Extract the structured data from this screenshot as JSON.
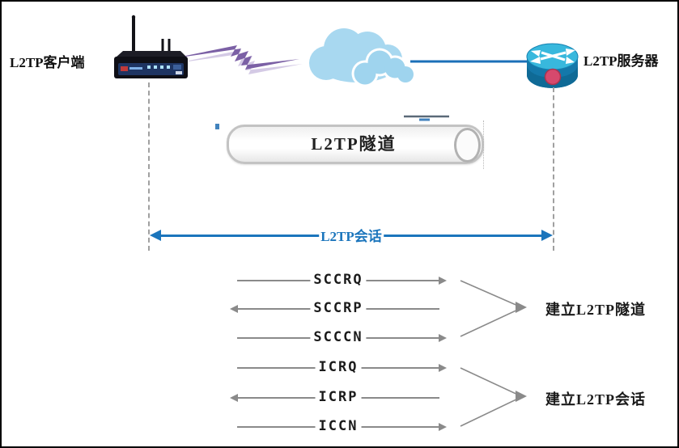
{
  "diagram": {
    "title_implicit": "L2TP tunnel and session establishment",
    "client": {
      "label": "L2TP客户端",
      "icon": "wireless-router-icon"
    },
    "server": {
      "label": "L2TP服务器",
      "icon": "router-icon"
    },
    "network": {
      "cloud_icon": "cloud-icon",
      "link_icon": "lightning-bolt-icon"
    },
    "tunnel": {
      "label": "L2TP隧道"
    },
    "session": {
      "label": "L2TP会话"
    },
    "messages": [
      {
        "label": "SCCRQ",
        "direction": "right"
      },
      {
        "label": "SCCRP",
        "direction": "left"
      },
      {
        "label": "SCCCN",
        "direction": "right"
      },
      {
        "label": "ICRQ",
        "direction": "right"
      },
      {
        "label": "ICRP",
        "direction": "left"
      },
      {
        "label": "ICCN",
        "direction": "right"
      }
    ],
    "annotations": {
      "tunnel_group": "建立L2TP隧道",
      "session_group": "建立L2TP会话"
    },
    "colors": {
      "accent_blue": "#1B75BC",
      "arrow_gray": "#8A8A8A",
      "dash_gray": "#A0A0A0",
      "cloud_blue": "#A8D8F0",
      "lightning_purple": "#7B60A5",
      "router_top_cyan": "#38B8DD",
      "router_body_blue": "#1478AA",
      "router_dot_red": "#D6496D",
      "tunnel_stroke": "#C3C3C3"
    }
  }
}
